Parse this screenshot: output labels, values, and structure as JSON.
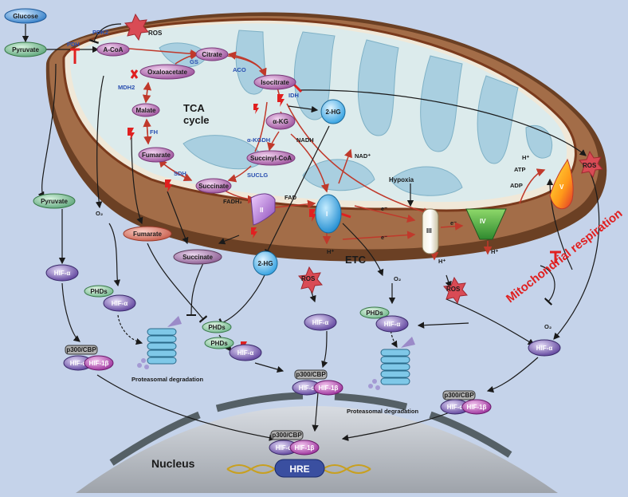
{
  "colors": {
    "background": "#c5d3ea",
    "membrane_outer": "#8a5a3a",
    "membrane_inner": "#a36d48",
    "matrix": "#dcebec",
    "cristae": "#a9cfe0",
    "metabolite": "#b06cb0",
    "hif": "#7a5fb8",
    "arrow_red": "#c0392b",
    "enzyme_blue": "#2a4fb0",
    "ros": "#d94b55",
    "hre": "#3a4fa0",
    "inhibitor_red": "#e02020"
  },
  "labels": {
    "glucose": "Glucose",
    "pyruvate": "Pyruvate",
    "pdh": "PDH",
    "pdk2": "PDK2",
    "ros": "ROS",
    "acoa": "A-CoA",
    "citrate": "Citrate",
    "gs": "GS",
    "oxaloacetate": "Oxaloacetate",
    "aco": "ACO",
    "mdh2": "MDH2",
    "isocitrate": "Isocitrate",
    "idh": "IDH",
    "malate": "Malate",
    "tca_line1": "TCA",
    "tca_line2": "cycle",
    "akg": "α-KG",
    "two_hg": "2-HG",
    "fh": "FH",
    "akgdh": "α-KGDH",
    "nadh": "NADH",
    "fumarate": "Fumarate",
    "succinyl_coa": "Succinyl-CoA",
    "nad_plus": "NAD⁺",
    "sdh": "SDH",
    "suclg": "SUCLG",
    "succinate": "Succinate",
    "fadh2": "FADH₂",
    "fad": "FAD",
    "hypoxia": "Hypoxia",
    "h_plus": "H⁺",
    "atp": "ATP",
    "adp": "ADP",
    "e_minus": "e⁻",
    "etc": "ETC",
    "complex_1": "I",
    "complex_2": "II",
    "complex_3": "III",
    "complex_4": "IV",
    "complex_5": "V",
    "o2": "O₂",
    "phds": "PHDs",
    "hif_a": "HIF-α",
    "hif_b": "HIF-1β",
    "p300": "p300/CBP",
    "proteasomal": "Proteasomal degradation",
    "mito_resp": "Mitochondrial respiration",
    "nucleus": "Nucleus",
    "hre": "HRE"
  }
}
